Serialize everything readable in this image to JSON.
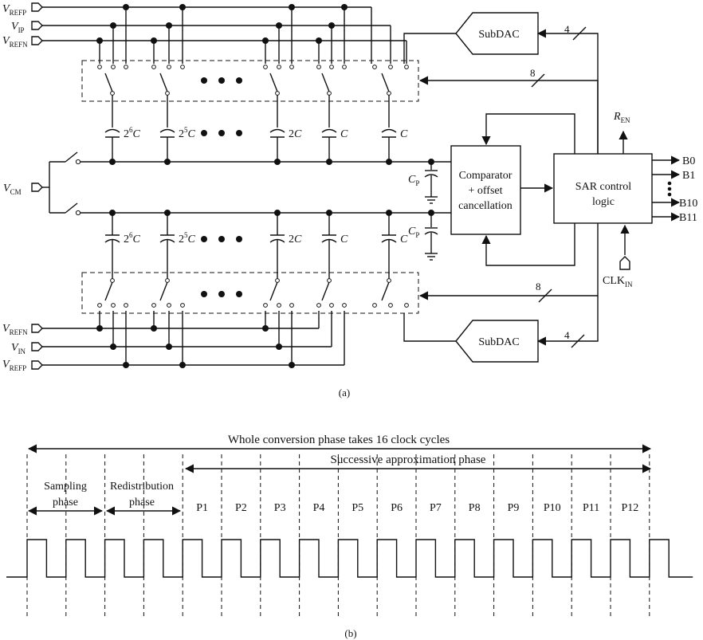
{
  "figure_a": {
    "caption": "(a)",
    "inputs_top": [
      {
        "main": "V",
        "sub": "REFP"
      },
      {
        "main": "V",
        "sub": "IP"
      },
      {
        "main": "V",
        "sub": "REFN"
      }
    ],
    "inputs_bottom": [
      {
        "main": "V",
        "sub": "REFN"
      },
      {
        "main": "V",
        "sub": "IN"
      },
      {
        "main": "V",
        "sub": "REFP"
      }
    ],
    "vcm": {
      "main": "V",
      "sub": "CM"
    },
    "cap_labels": [
      {
        "base": "2",
        "exp": "6",
        "unit": "C"
      },
      {
        "base": "2",
        "exp": "5",
        "unit": "C"
      },
      {
        "base": "2",
        "exp": "",
        "unit": "C"
      },
      {
        "base": "",
        "exp": "",
        "unit": "C"
      },
      {
        "base": "",
        "exp": "",
        "unit": "C"
      }
    ],
    "cp": {
      "main": "C",
      "sub": "P"
    },
    "subdac_label": "SubDAC",
    "comparator_lines": [
      "Comparator",
      "+ offset",
      "cancellation"
    ],
    "sar_lines": [
      "SAR control",
      "logic"
    ],
    "ren": {
      "main": "R",
      "sub": "EN"
    },
    "clk": {
      "main": "CLK",
      "sub": "IN"
    },
    "outputs": [
      "B0",
      "B1",
      "B10",
      "B11"
    ],
    "bus_width_8": "8",
    "bus_width_4": "4"
  },
  "figure_b": {
    "caption": "(b)",
    "whole_label": "Whole conversion phase takes 16 clock cycles",
    "sa_label": "Successive approximation phase",
    "sampling_lines": [
      "Sampling",
      "phase"
    ],
    "redistribution_lines": [
      "Redistribution",
      "phase"
    ],
    "phases": [
      "P1",
      "P2",
      "P3",
      "P4",
      "P5",
      "P6",
      "P7",
      "P8",
      "P9",
      "P10",
      "P11",
      "P12"
    ],
    "clock_cycles": 16
  }
}
